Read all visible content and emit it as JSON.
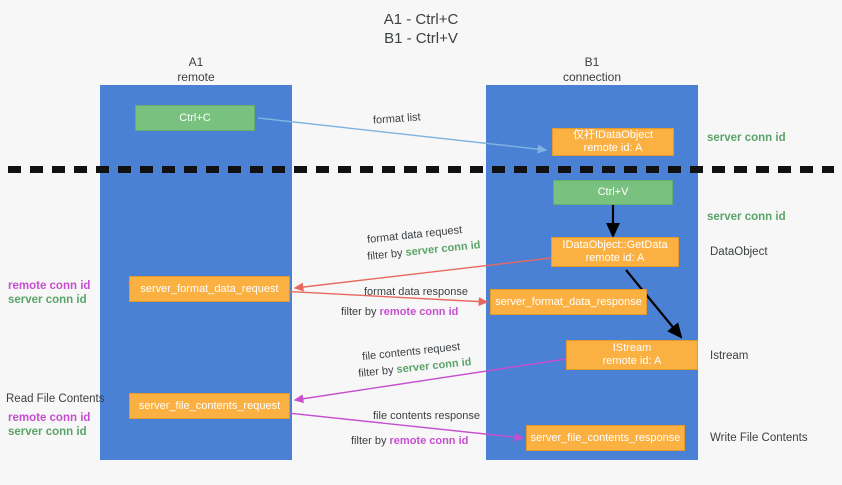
{
  "title": {
    "line1": "A1 - Ctrl+C",
    "line2": "B1 - Ctrl+V"
  },
  "lanes": [
    {
      "id": "a1",
      "name": "A1",
      "sub": "remote",
      "color": "#4a81d4"
    },
    {
      "id": "b1",
      "name": "B1",
      "sub": "connection",
      "color": "#4a81d4"
    }
  ],
  "colors": {
    "lane": "#4a81d4",
    "orange": "#fbb042",
    "green_box": "#79c17f",
    "green_text": "#5aa469",
    "purple_text": "#c64fd0",
    "arrow_blue": "#7fb3e0",
    "arrow_red": "#e8685f",
    "arrow_magenta": "#c64fd0",
    "arrow_black": "#000000",
    "background": "#f7f7f7"
  },
  "boxes": {
    "ctrl_c": {
      "label": "Ctrl+C"
    },
    "ctrl_v": {
      "label": "Ctrl+V"
    },
    "idataobject": {
      "line1": "仅衧IDataObject",
      "line2": "remote id: A"
    },
    "getdata": {
      "line1": "IDataObject::GetData",
      "line2": "remote id: A"
    },
    "istream": {
      "line1": "IStream",
      "line2": "remote id: A"
    },
    "server_format_data_request": {
      "label": "server_format_data_request"
    },
    "server_format_data_response": {
      "label": "server_format_data_response"
    },
    "server_file_contents_request": {
      "label": "server_file_contents_request"
    },
    "server_file_contents_response": {
      "label": "server_file_contents_response"
    }
  },
  "right_labels": {
    "server_conn_id_1": "server conn id",
    "server_conn_id_2": "server conn id",
    "dataobject": "DataObject",
    "istream": "Istream",
    "write_file_contents": "Write File Contents"
  },
  "left_labels": {
    "remote_conn_id_1": "remote conn id",
    "server_conn_id_1": "server conn id",
    "read_file_contents": "Read File Contents",
    "remote_conn_id_2": "remote conn id",
    "server_conn_id_2": "server conn id"
  },
  "flow_labels": {
    "format_list": "format list",
    "format_data_request": "format data request",
    "format_data_request_filter_prefix": "filter by ",
    "format_data_request_filter_key": "server conn id",
    "format_data_response": "format data response",
    "format_data_response_filter_prefix": "filter by ",
    "format_data_response_filter_key": "remote conn id",
    "file_contents_request": "file contents request",
    "file_contents_request_filter_prefix": "filter by ",
    "file_contents_request_filter_key": "server conn id",
    "file_contents_response": "file contents response",
    "file_contents_response_filter_prefix": "filter by ",
    "file_contents_response_filter_key": "remote conn id"
  }
}
